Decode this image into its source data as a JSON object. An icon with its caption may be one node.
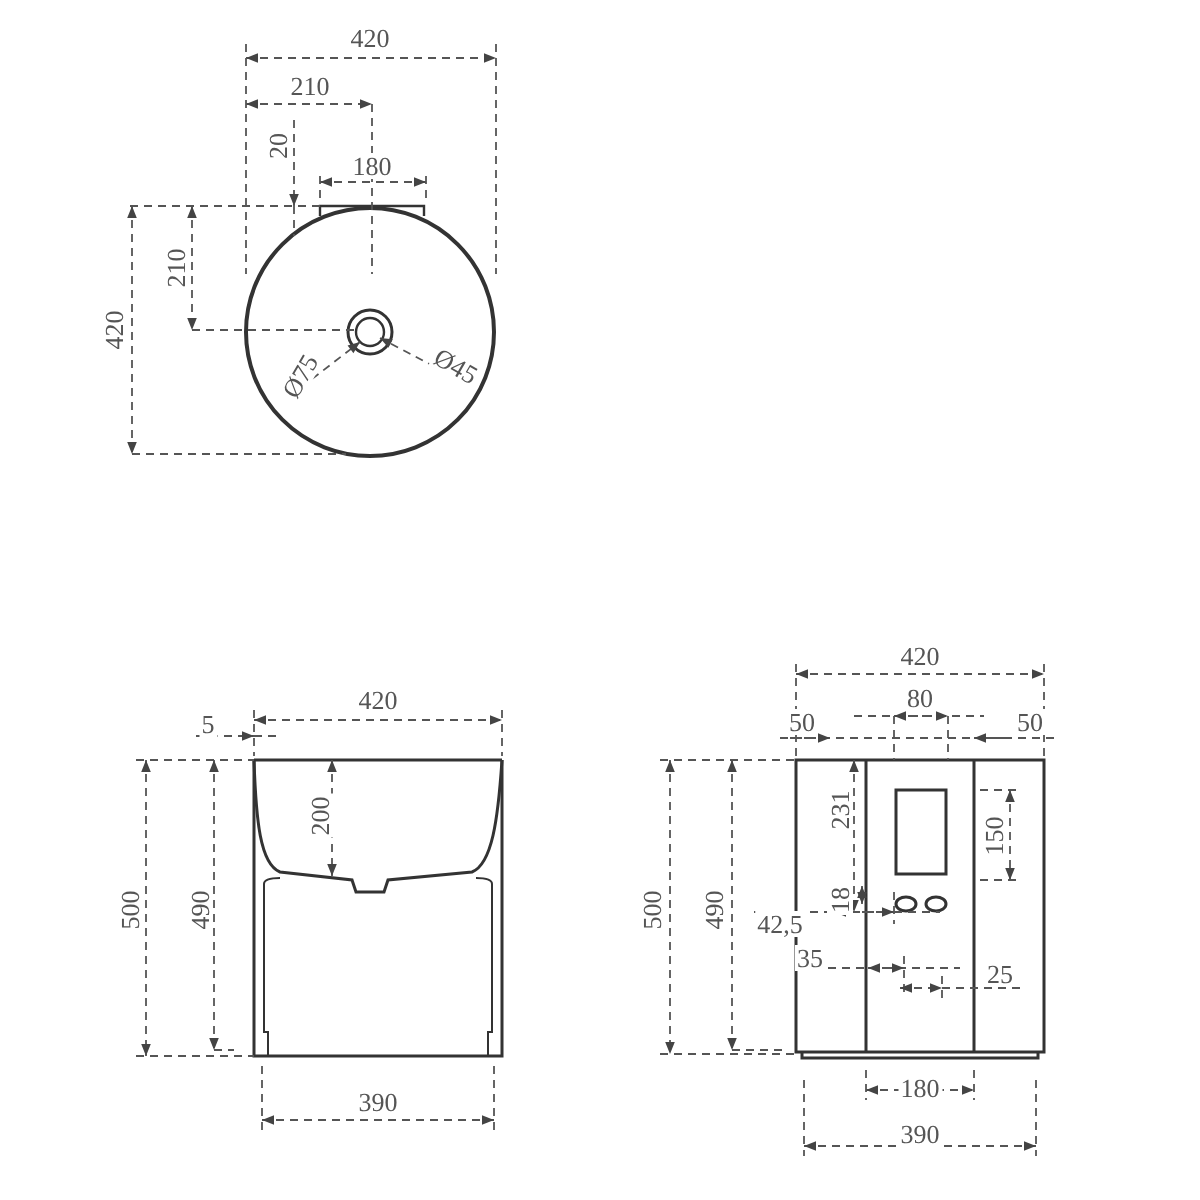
{
  "diagram": {
    "labels": [
      "420",
      "210",
      "20",
      "180",
      "210",
      "420",
      "Ø75",
      "Ø45",
      "5",
      "420",
      "200",
      "500",
      "490",
      "390",
      "420",
      "50",
      "80",
      "50",
      "231",
      "150",
      "18",
      "42,5",
      "35",
      "25",
      "500",
      "490",
      "180",
      "390"
    ]
  }
}
